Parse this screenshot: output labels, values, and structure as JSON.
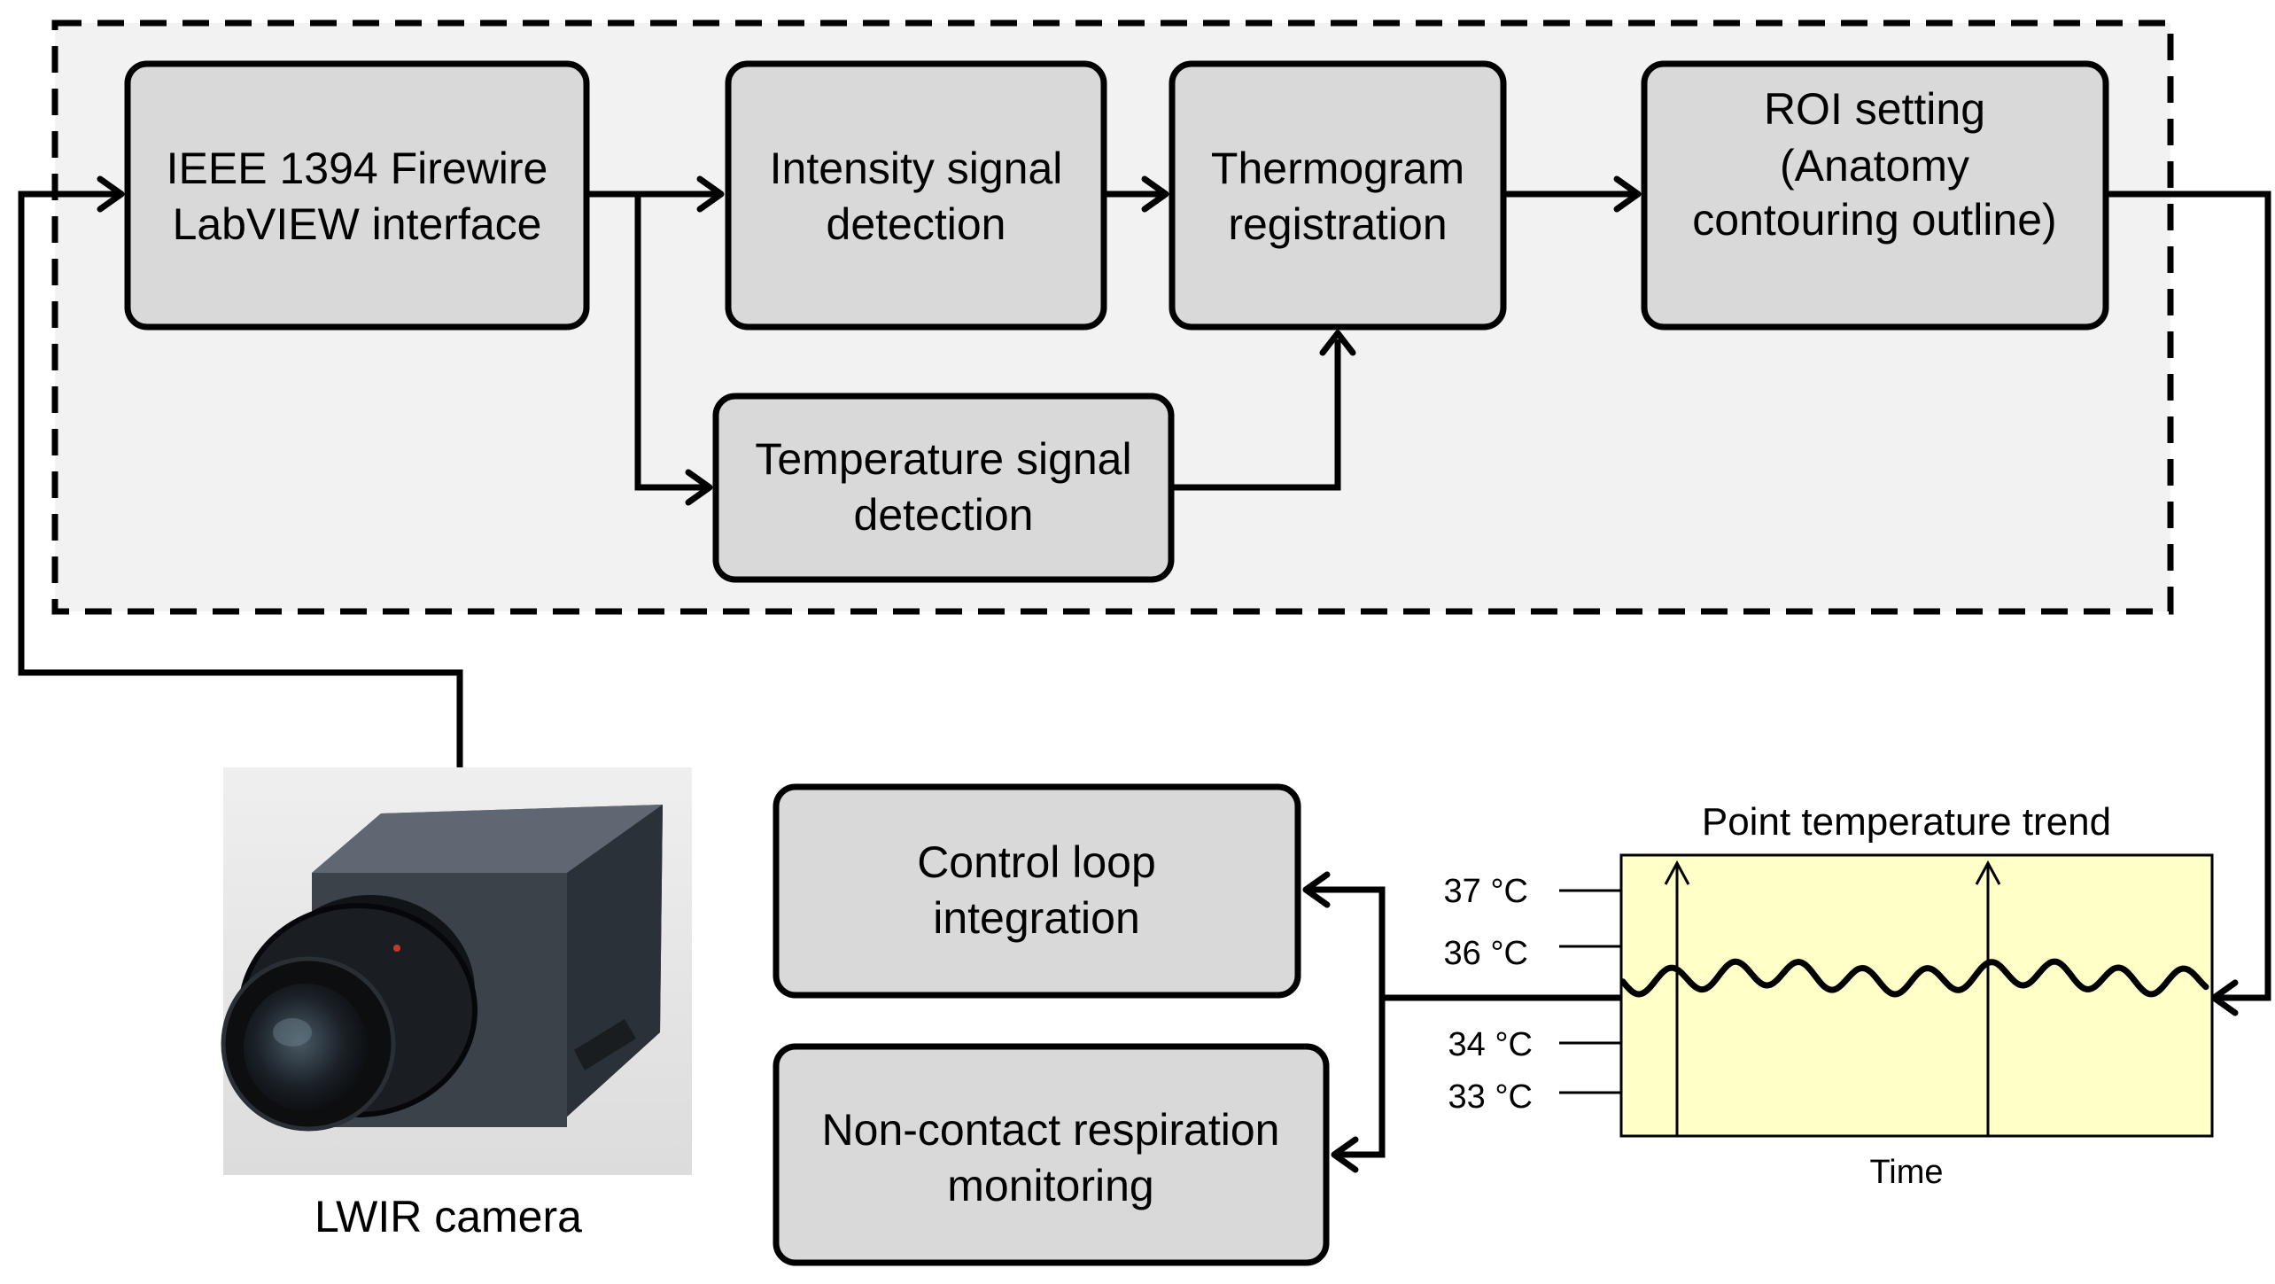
{
  "blocks": {
    "firewire": [
      "IEEE 1394 Firewire",
      "LabVIEW interface"
    ],
    "intensity": [
      "Intensity signal",
      "detection"
    ],
    "thermogram": [
      "Thermogram",
      "registration"
    ],
    "roi": [
      "ROI setting",
      "(Anatomy",
      "contouring outline)"
    ],
    "temperature": [
      "Temperature signal",
      "detection"
    ],
    "control": [
      "Control loop",
      "integration"
    ],
    "respiration": [
      "Non-contact respiration",
      "monitoring"
    ]
  },
  "camera_label": "LWIR camera",
  "trend": {
    "title": "Point temperature trend",
    "x_label": "Time",
    "tick_labels": [
      "37 °C",
      "36 °C",
      "34 °C",
      "33 °C"
    ]
  },
  "colors": {
    "block_fill": "#d9d9d9",
    "group_fill": "#f2f2f2",
    "trend_fill": "#ffffc8"
  }
}
